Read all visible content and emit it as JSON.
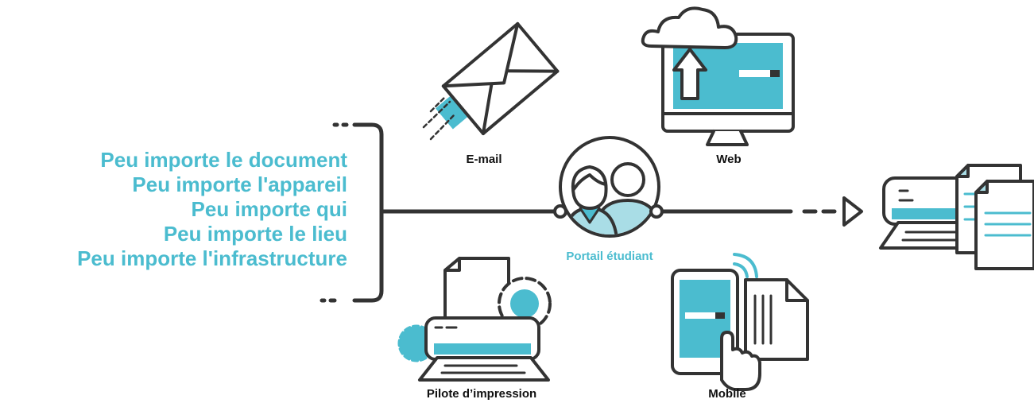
{
  "headlines": [
    "Peu importe le document",
    "Peu importe l'appareil",
    "Peu importe qui",
    "Peu importe le lieu",
    "Peu importe l'infrastructure"
  ],
  "labels": {
    "email": "E-mail",
    "web": "Web",
    "portal": "Portail étudiant",
    "driver": "Pilote d’impression",
    "mobile": "Mobile"
  },
  "colors": {
    "accent": "#4bbccf",
    "accent_light": "#a9dde6",
    "stroke": "#333333",
    "text": "#111111"
  },
  "icons": [
    "envelope-icon",
    "monitor-cloud-icon",
    "students-icon",
    "printer-gear-icon",
    "phone-tap-icon",
    "printer-output-icon"
  ]
}
